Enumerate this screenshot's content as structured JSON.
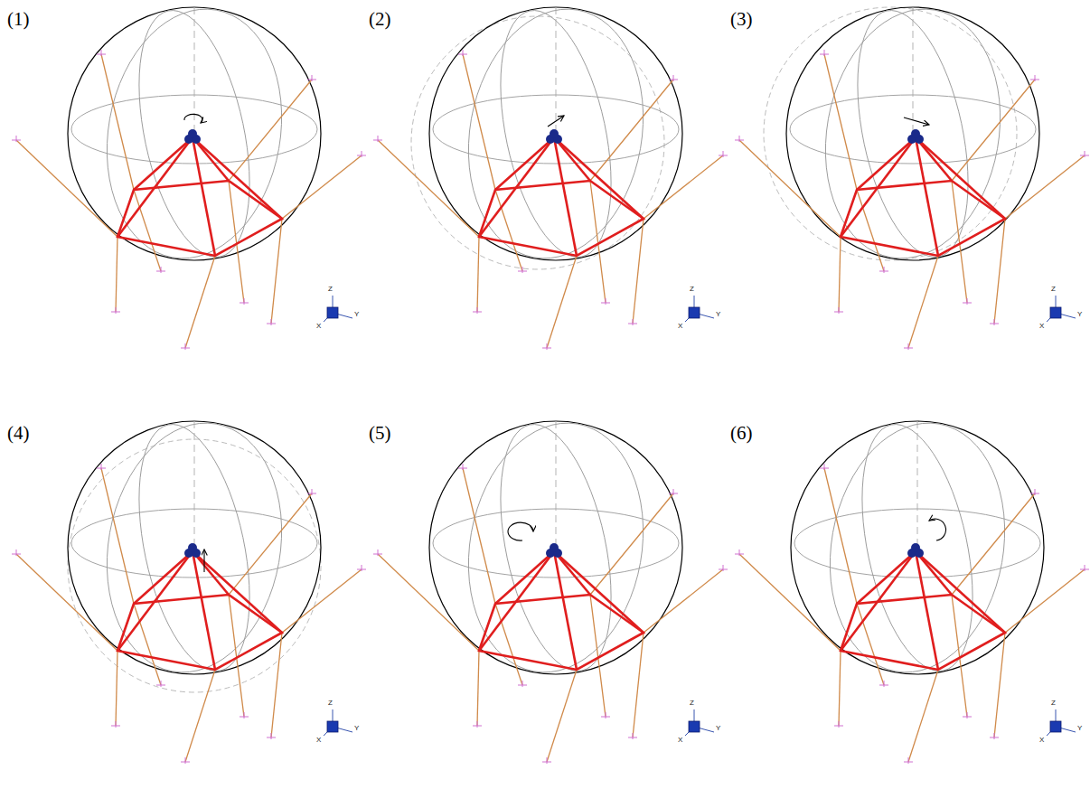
{
  "diagram": {
    "labels": [
      "(1)",
      "Z",
      "X",
      "Y",
      "(2)",
      "Z",
      "X",
      "Y",
      "(3)",
      "Z",
      "X",
      "Y",
      "(4)",
      "Z",
      "X",
      "Y",
      "(5)",
      "Z",
      "X",
      "Y",
      "(6)",
      "Z",
      "X",
      "Y"
    ]
  }
}
